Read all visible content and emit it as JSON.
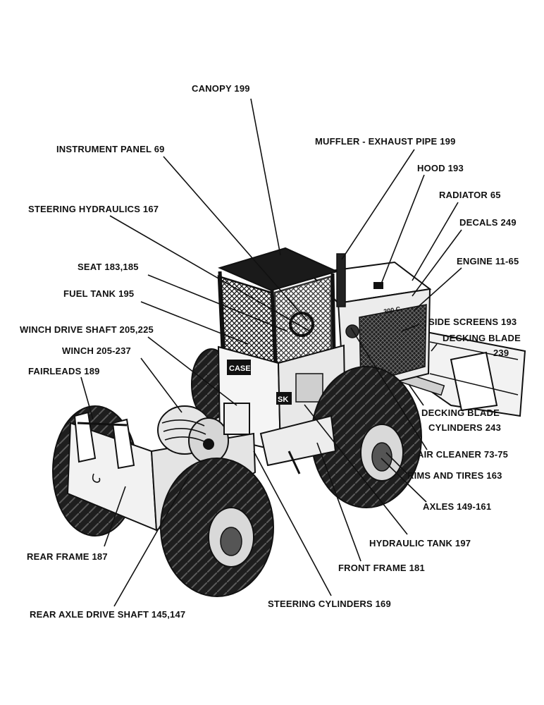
{
  "labels": {
    "canopy": "CANOPY  199",
    "instrument_panel": "INSTRUMENT PANEL  69",
    "muffler": "MUFFLER - EXHAUST PIPE  199",
    "hood": "HOOD  193",
    "radiator": "RADIATOR  65",
    "decals": "DECALS  249",
    "steering_hydraulics": "STEERING HYDRAULICS  167",
    "engine": "ENGINE  11-65",
    "seat": "SEAT  183,185",
    "fuel_tank": "FUEL TANK  195",
    "side_screens": "SIDE SCREENS  193",
    "winch_drive_shaft": "WINCH DRIVE SHAFT  205,225",
    "decking_blade_1": "DECKING BLADE",
    "decking_blade_1_num": "239",
    "winch": "WINCH  205-237",
    "fairleads": "FAIRLEADS  189",
    "decking_blade_cyl_1": "DECKING BLADE",
    "decking_blade_cyl_2": "CYLINDERS  243",
    "air_cleaner": "AIR CLEANER  73-75",
    "rims_tires": "RIMS AND TIRES  163",
    "axles": "AXLES  149-161",
    "hydraulic_tank": "HYDRAULIC TANK  197",
    "rear_frame": "REAR FRAME  187",
    "front_frame": "FRONT FRAME  181",
    "steering_cylinders": "STEERING CYLINDERS  169",
    "rear_axle_drive_shaft": "REAR AXLE DRIVE SHAFT  145,147"
  },
  "decal_text": {
    "brand": "CASE",
    "model": "300 C",
    "side_mark": "SK"
  },
  "colors": {
    "ink": "#111111",
    "paper": "#ffffff",
    "tire": "#1e1e1e",
    "frame": "#f2f2f2"
  }
}
